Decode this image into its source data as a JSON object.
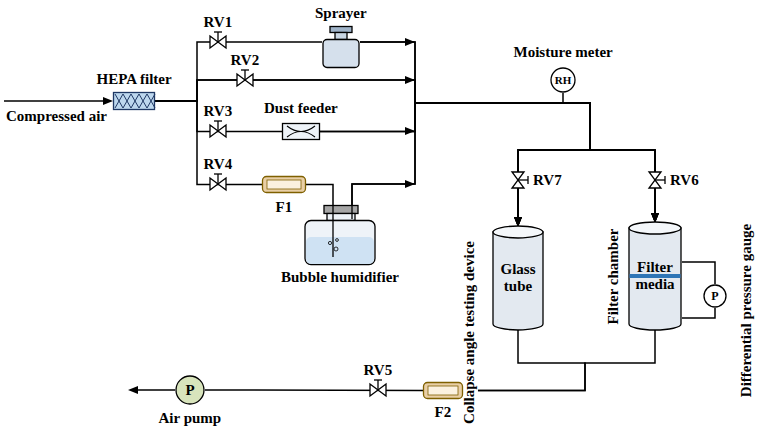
{
  "diagram": {
    "nodes": [
      {
        "text": [
          "HEPA filter"
        ]
      },
      {
        "text": [
          "Sprayer"
        ]
      },
      {
        "text": [
          "Dust feeder"
        ]
      },
      {
        "text": [
          "F1"
        ]
      },
      {
        "text": [
          "Bubble humidifier"
        ]
      },
      {
        "text": [
          "Moisture meter",
          "RH"
        ]
      },
      {
        "text": [
          "Collapse angle testing device",
          "Glass tube"
        ]
      },
      {
        "text": [
          "Filter chamber",
          "Filter media"
        ]
      },
      {
        "text": [
          "Differential pressure gauge",
          "P"
        ]
      },
      {
        "text": [
          "F2"
        ]
      },
      {
        "text": [
          "P",
          "Air pump"
        ]
      }
    ],
    "edges": [
      {
        "from": 0,
        "to": 1,
        "arrow": "none"
      },
      {
        "from": 0,
        "to": 2,
        "arrow": "none"
      },
      {
        "from": 0,
        "to": 3,
        "arrow": "none"
      },
      {
        "from": 3,
        "to": 4,
        "arrow": "none"
      },
      {
        "from": 1,
        "to": 6,
        "arrow": "to"
      },
      {
        "from": 1,
        "to": 7,
        "arrow": "to"
      },
      {
        "from": 0,
        "to": 6,
        "arrow": "to"
      },
      {
        "from": 0,
        "to": 7,
        "arrow": "to"
      },
      {
        "from": 2,
        "to": 6,
        "arrow": "to"
      },
      {
        "from": 2,
        "to": 7,
        "arrow": "to"
      },
      {
        "from": 4,
        "to": 6,
        "arrow": "to"
      },
      {
        "from": 4,
        "to": 7,
        "arrow": "to"
      },
      {
        "from": 7,
        "to": 8,
        "arrow": "none"
      },
      {
        "from": 6,
        "to": 9,
        "arrow": "to"
      },
      {
        "from": 7,
        "to": 9,
        "arrow": "to"
      },
      {
        "from": 9,
        "to": 10,
        "arrow": "none"
      }
    ],
    "labels": [
      "Compressed air",
      "RV1",
      "RV2",
      "RV3",
      "RV4",
      "RV5",
      "RV6",
      "RV7"
    ]
  }
}
